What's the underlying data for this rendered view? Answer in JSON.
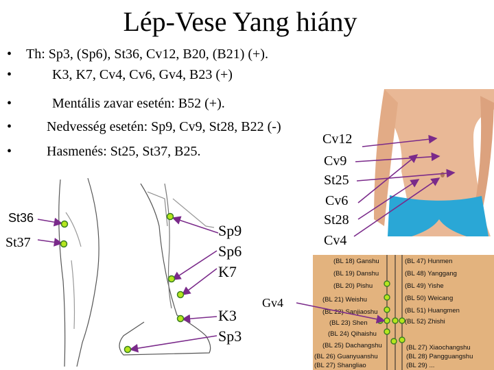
{
  "title": "Lép-Vese Yang hiány",
  "bullets": [
    {
      "marker": "•",
      "text": "Th: Sp3, (Sp6), St36, Cv12, B20, (B21) (+)."
    },
    {
      "marker": "•",
      "text": "K3, K7, Cv4, Cv6, Gv4, B23 (+)"
    },
    {
      "marker": "•",
      "text": "Mentális zavar esetén: B52 (+)."
    },
    {
      "marker": "•",
      "text": "Nedvesség esetén: Sp9, Cv9, St28, B22 (-)"
    },
    {
      "marker": "•",
      "text": "Hasmenés: St25, St37, B25."
    }
  ],
  "abdomen_points": [
    "Cv12",
    "Cv9",
    "St25",
    "Cv6",
    "St28",
    "Cv4"
  ],
  "leg_labels": {
    "st36": "St36",
    "st37": "St37"
  },
  "medial_leg_labels": [
    "Sp9",
    "Sp6",
    "K7",
    "K3",
    "Sp3"
  ],
  "back_label": "Gv4",
  "back_left_points": [
    "(BL 18) Ganshu",
    "(BL 19) Danshu",
    "(BL 20) Pishu",
    "(BL 21) Weishu",
    "(BL 22) Sanjiaoshu",
    "(BL 23) Shen",
    "(BL 24) Qihaishu",
    "(BL 25) Dachangshu",
    "(BL 26) Guanyuanshu",
    "(BL 27) Shangliao"
  ],
  "back_right_points": [
    "(BL 47) Hunmen",
    "(BL 48) Yanggang",
    "(BL 49) Yishe",
    "(BL 50) Weicang",
    "(BL 51) Huangmen",
    "(BL 52) Zhishi"
  ],
  "back_lower_right_points": [
    "(BL 27) Xiaochangshu",
    "(BL 28) Pangguangshu",
    "(BL 29) ..."
  ],
  "colors": {
    "arrow": "#7a2a8a",
    "point_fill": "#b5e61d",
    "point_stroke": "#3a7d22",
    "back_skin": "#e3b37e",
    "body_skin": "#e9b896",
    "shorts": "#2aa7d6"
  }
}
